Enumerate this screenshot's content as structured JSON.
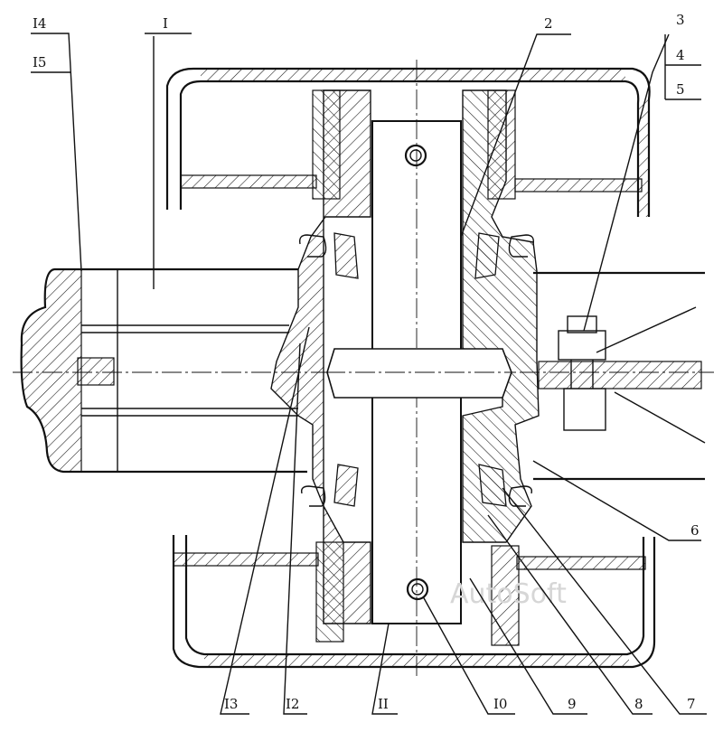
{
  "drawing": {
    "title": "",
    "watermark": "AutoSoft",
    "callouts": [
      "I4",
      "I5",
      "I",
      "2",
      "3",
      "4",
      "5",
      "6",
      "7",
      "8",
      "9",
      "I0",
      "II",
      "I2",
      "I3"
    ]
  }
}
